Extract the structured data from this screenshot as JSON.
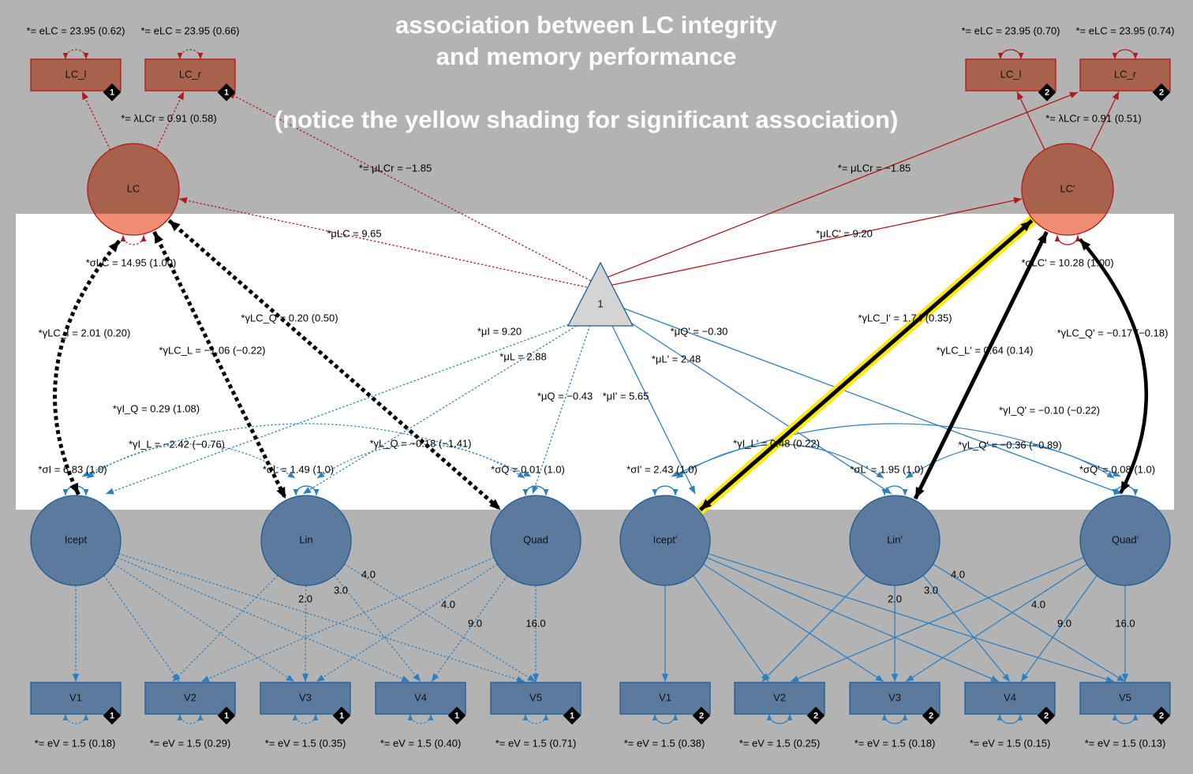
{
  "title": {
    "line1": "association between LC integrity",
    "line2": "and memory performance",
    "note": "(notice the yellow shading for significant association)"
  },
  "colors": {
    "background": "#b3b3b3",
    "band": "#ffffff",
    "lc_fill": "#a8614b",
    "lc_stroke": "#b3191a",
    "lc_bottom": "#ef8c72",
    "blue_fill": "#5b7a9e",
    "blue_stroke": "#1f5c95",
    "blue_line": "#2f7fbf",
    "highlight": "#ffea00"
  },
  "constant": {
    "label": "1"
  },
  "groups": [
    {
      "lc": {
        "label": "LC"
      },
      "indicators": [
        {
          "label": "LC_l",
          "badge": "1",
          "error": "*= eLC = 23.95 (0.62)"
        },
        {
          "label": "LC_r",
          "badge": "1",
          "error": "*= eLC = 23.95 (0.66)"
        }
      ],
      "loading": "*= λLCr = 0.91 (0.58)",
      "mean_r": "*= μLCr = −1.85",
      "mean_lc": "*μLC = 9.65",
      "var_lc": "*σLC = 14.95 (1.00)",
      "gammas": {
        "i": "*γLC_I = 2.01 (0.20)",
        "l": "*γLC_L = −1.06 (−0.22)",
        "q": "*γLC_Q = 0.20 (0.50)"
      },
      "factors": [
        {
          "label": "Icept",
          "mean": "*μI = 9.20",
          "var": "*σI = 6.83 (1.0)"
        },
        {
          "label": "Lin",
          "mean": "*μL = 2.88",
          "var": "*σL = 1.49 (1.0)"
        },
        {
          "label": "Quad",
          "mean": "*μQ = −0.43",
          "var": "*σQ = 0.01 (1.0)"
        }
      ],
      "covs": {
        "iq": "*γI_Q = 0.29 (1.08)",
        "il": "*γI_L = −2.42 (−0.76)",
        "lq": "*γL_Q = −0.18 (−1.41)"
      },
      "observed": [
        {
          "label": "V1",
          "badge": "1",
          "error": "*= eV = 1.5 (0.18)"
        },
        {
          "label": "V2",
          "badge": "1",
          "error": "*= eV = 1.5 (0.29)"
        },
        {
          "label": "V3",
          "badge": "1",
          "error": "*= eV = 1.5 (0.35)"
        },
        {
          "label": "V4",
          "badge": "1",
          "error": "*= eV = 1.5 (0.40)"
        },
        {
          "label": "V5",
          "badge": "1",
          "error": "*= eV = 1.5 (0.71)"
        }
      ],
      "slope_loadings": [
        "2.0",
        "3.0",
        "4.0"
      ],
      "quad_loadings": [
        "4.0",
        "9.0",
        "16.0"
      ]
    },
    {
      "lc": {
        "label": "LC'"
      },
      "indicators": [
        {
          "label": "LC_l",
          "badge": "2",
          "error": "*= eLC = 23.95 (0.70)"
        },
        {
          "label": "LC_r",
          "badge": "2",
          "error": "*= eLC = 23.95 (0.74)"
        }
      ],
      "loading": "*= λLCr = 0.91 (0.51)",
      "mean_r": "*= μLCr = −1.85",
      "mean_lc": "*μLC' = 9.20",
      "var_lc": "*σLC' = 10.28 (1.00)",
      "gammas": {
        "i": "*γLC_I' = 1.74 (0.35)",
        "l": "*γLC_L' = 0.64 (0.14)",
        "q": "*γLC_Q' = −0.17 (−0.18)"
      },
      "factors": [
        {
          "label": "Icept'",
          "mean": "*μI' = 5.65",
          "var": "*σI' = 2.43 (1.0)"
        },
        {
          "label": "Lin'",
          "mean": "*μL' = 2.48",
          "var": "*σL' = 1.95 (1.0)"
        },
        {
          "label": "Quad'",
          "mean": "*μQ' = −0.30",
          "var": "*σQ' = 0.08 (1.0)"
        }
      ],
      "covs": {
        "iq": "*γI_Q' = −0.10 (−0.22)",
        "il": "*γI_L' = 0.48 (0.22)",
        "lq": "*γL_Q' = −0.36 (−0.89)"
      },
      "observed": [
        {
          "label": "V1",
          "badge": "2",
          "error": "*= eV = 1.5 (0.38)"
        },
        {
          "label": "V2",
          "badge": "2",
          "error": "*= eV = 1.5 (0.25)"
        },
        {
          "label": "V3",
          "badge": "2",
          "error": "*= eV = 1.5 (0.18)"
        },
        {
          "label": "V4",
          "badge": "2",
          "error": "*= eV = 1.5 (0.15)"
        },
        {
          "label": "V5",
          "badge": "2",
          "error": "*= eV = 1.5 (0.13)"
        }
      ],
      "slope_loadings": [
        "2.0",
        "3.0",
        "4.0"
      ],
      "quad_loadings": [
        "4.0",
        "9.0",
        "16.0"
      ]
    }
  ]
}
